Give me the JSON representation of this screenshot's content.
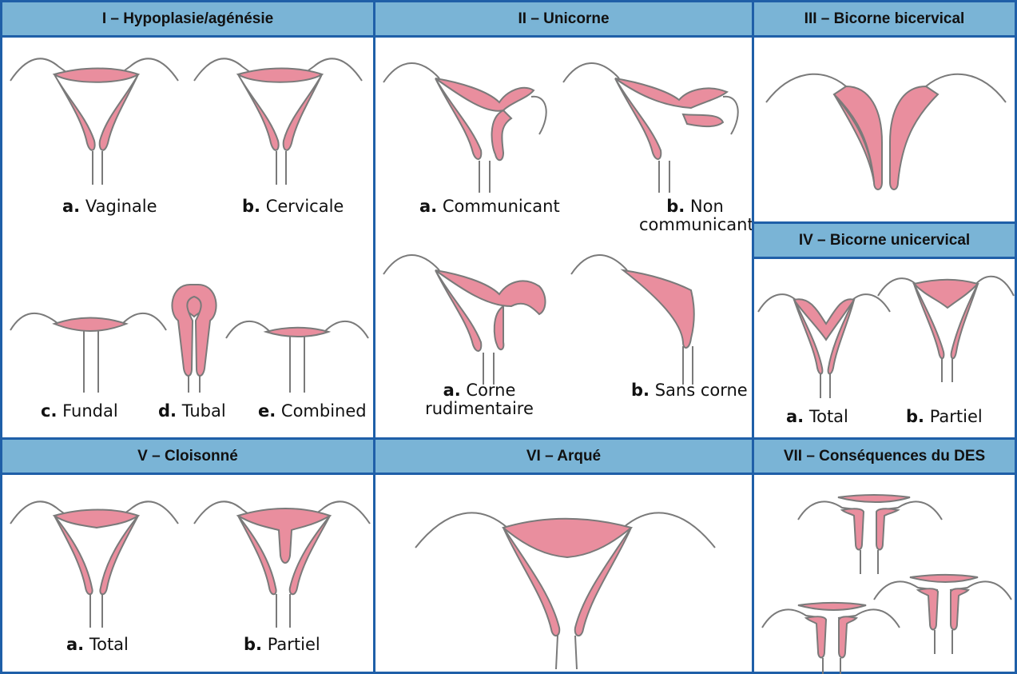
{
  "colors": {
    "border": "#1f5fa8",
    "header": "#7ab4d6",
    "uterus": "#e98e9e",
    "outline": "#7a7a7a"
  },
  "panels": {
    "p1": {
      "title": "I – Hypoplasie/agénésie",
      "captions": [
        {
          "letter": "a.",
          "text": "Vaginale"
        },
        {
          "letter": "b.",
          "text": "Cervicale"
        },
        {
          "letter": "c.",
          "text": "Fundal"
        },
        {
          "letter": "d.",
          "text": "Tubal"
        },
        {
          "letter": "e.",
          "text": "Combined"
        }
      ]
    },
    "p2": {
      "title": "II – Unicorne",
      "captions": [
        {
          "letter": "a.",
          "text": "Communicant"
        },
        {
          "letter": "b.",
          "text": "Non",
          "text2": "communicant"
        },
        {
          "letter": "a.",
          "text": "Corne",
          "text2": "rudimentaire"
        },
        {
          "letter": "b.",
          "text": "Sans corne"
        }
      ]
    },
    "p3": {
      "title": "III – Bicorne bicervical"
    },
    "p4": {
      "title": "IV – Bicorne unicervical",
      "captions": [
        {
          "letter": "a.",
          "text": "Total"
        },
        {
          "letter": "b.",
          "text": "Partiel"
        }
      ]
    },
    "p5": {
      "title": "V – Cloisonné",
      "captions": [
        {
          "letter": "a.",
          "text": "Total"
        },
        {
          "letter": "b.",
          "text": "Partiel"
        }
      ]
    },
    "p6": {
      "title": "VI – Arqué"
    },
    "p7": {
      "title": "VII – Conséquences du DES"
    }
  }
}
